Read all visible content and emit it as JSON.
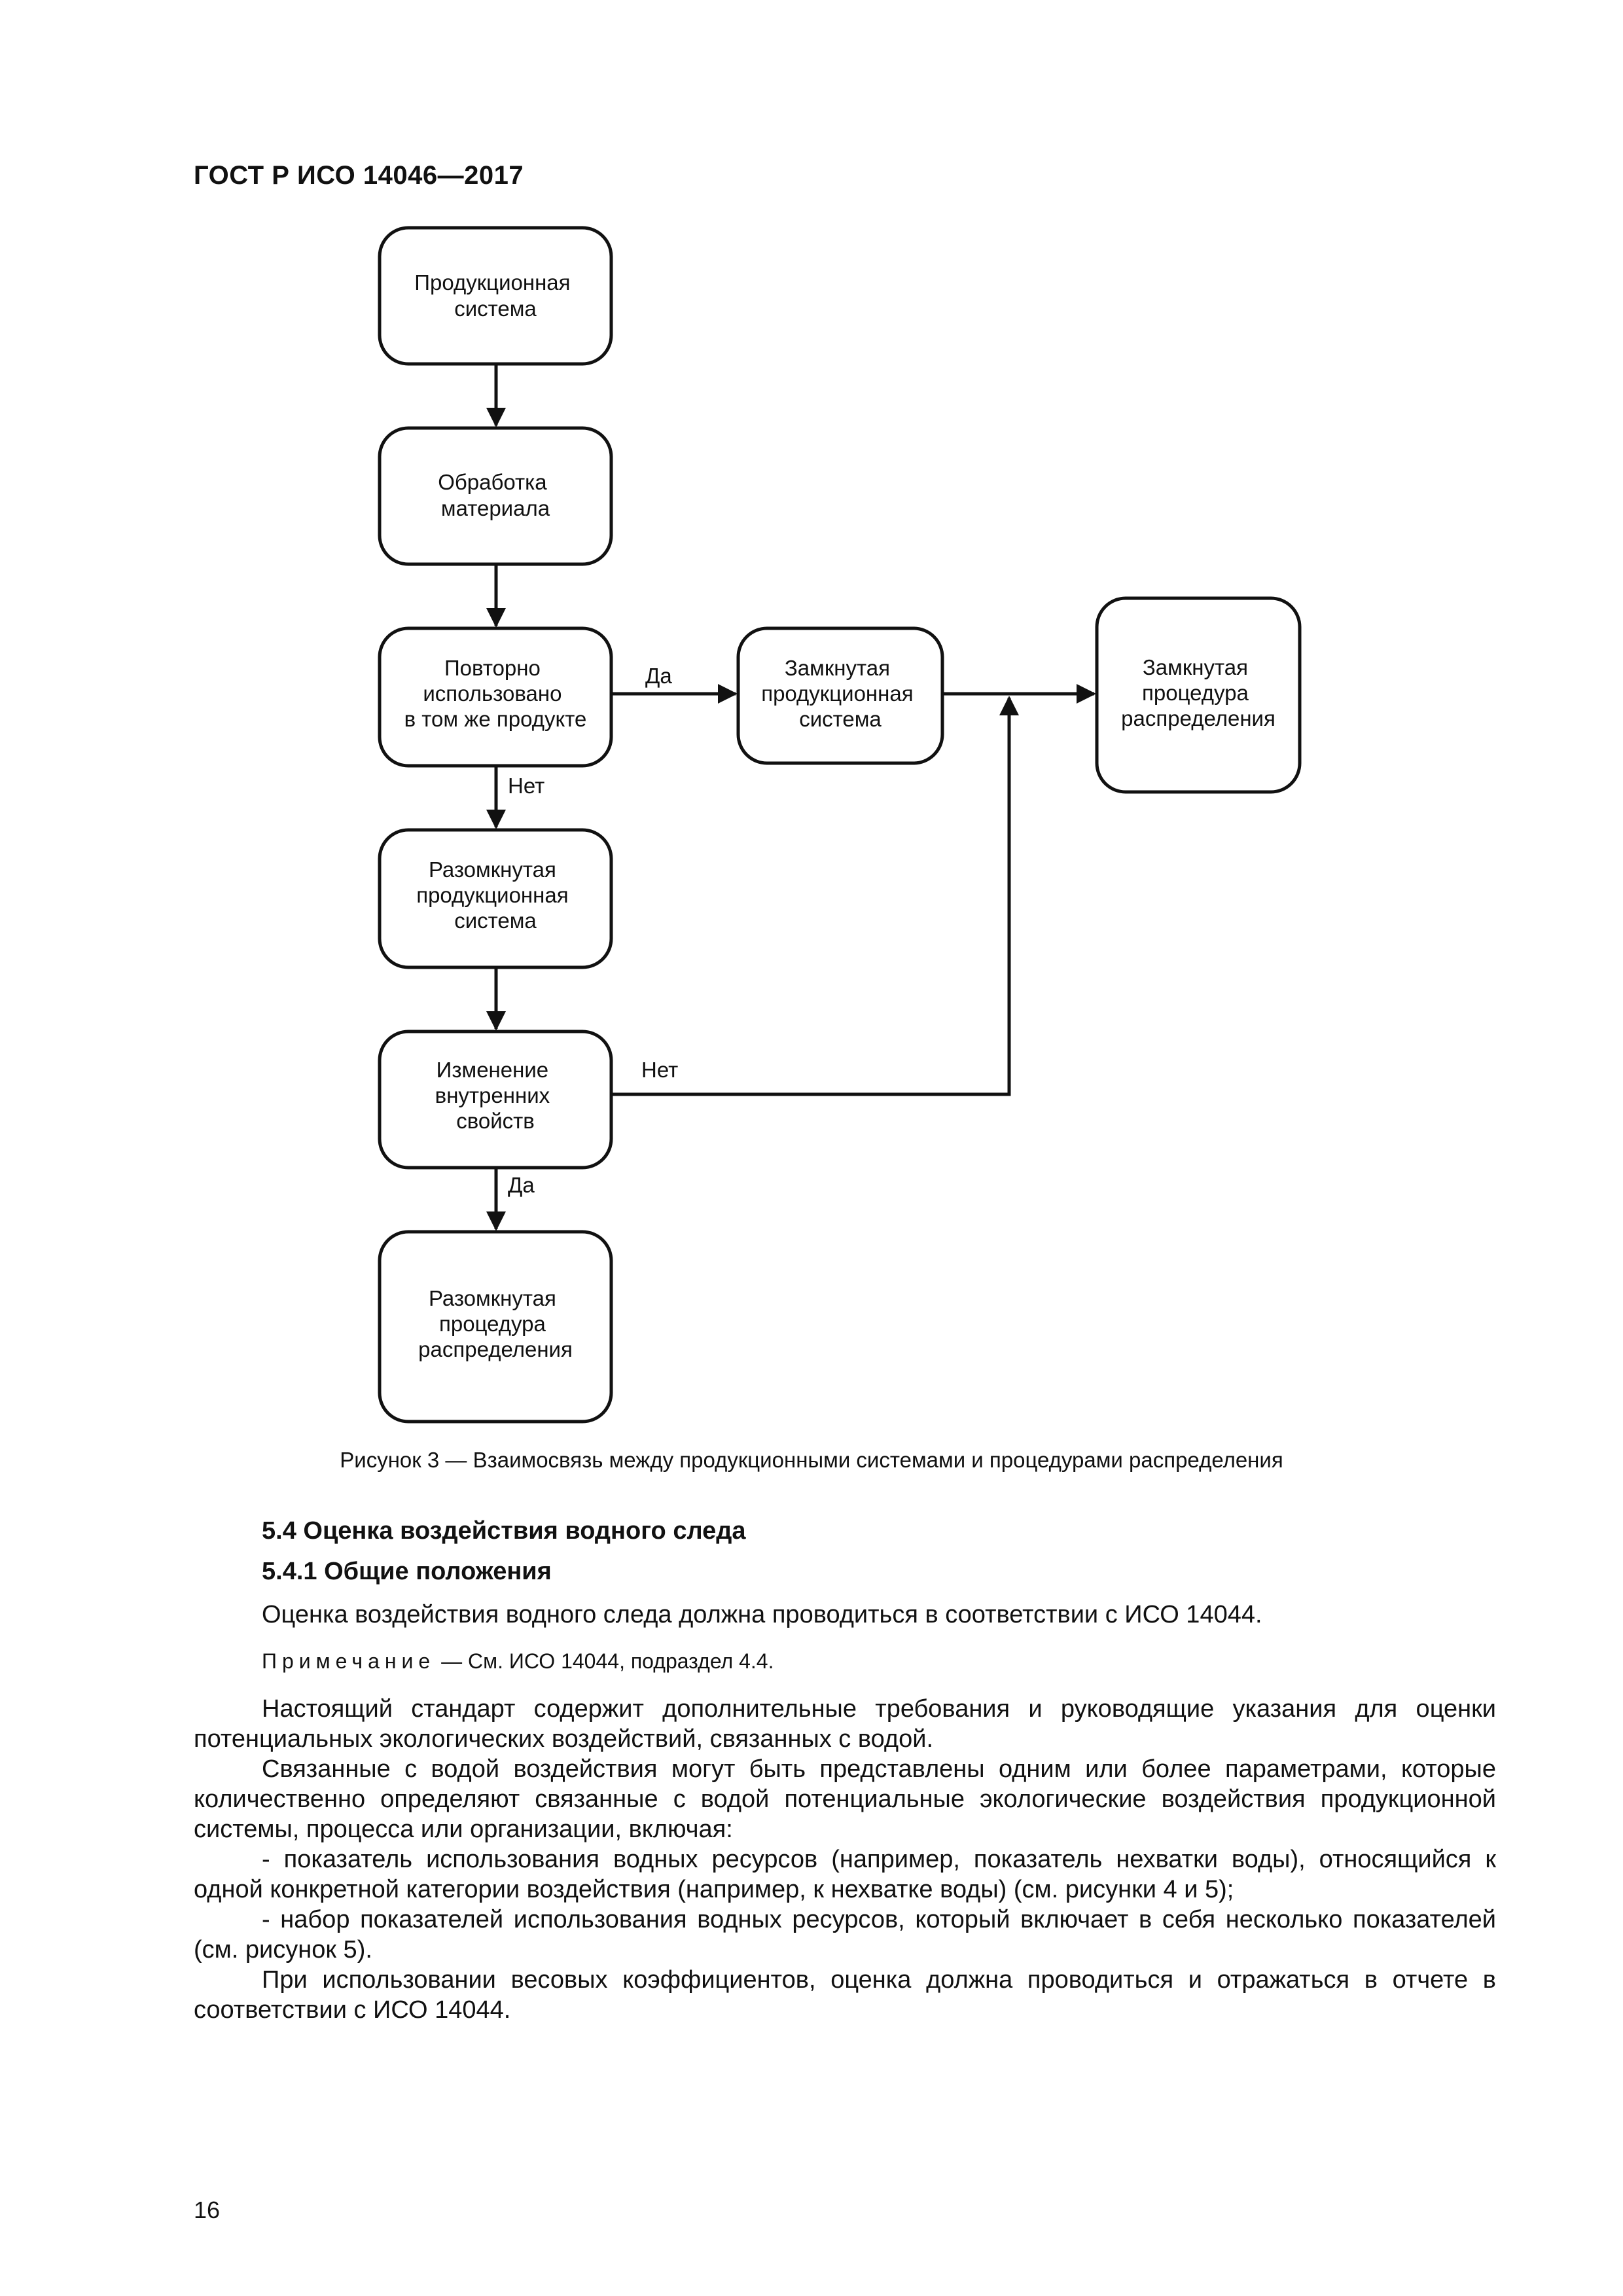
{
  "header": "ГОСТ Р ИСО 14046—2017",
  "diagram": {
    "boxes": {
      "production_system": [
        "Продукционная",
        "система"
      ],
      "material_processing": [
        "Обработка",
        "материала"
      ],
      "reused_same_product": [
        "Повторно",
        "использовано",
        "в том же продукте"
      ],
      "open_production_system": [
        "Разомкнутая",
        "продукционная",
        "система"
      ],
      "change_properties": [
        "Изменение",
        "внутренних",
        "свойств"
      ],
      "open_allocation": [
        "Разомкнутая",
        "процедура",
        "распределения"
      ],
      "closed_production_system": [
        "Замкнутая",
        "продукционная",
        "система"
      ],
      "closed_allocation": [
        "Замкнутая",
        "процедура",
        "распределения"
      ]
    },
    "labels": {
      "yes_reuse": "Да",
      "no_reuse": "Нет",
      "no_change": "Нет",
      "yes_change": "Да"
    }
  },
  "caption": "Рисунок 3 — Взаимосвязь между продукционными системами и процедурами распределения",
  "section": {
    "heading_5_4": "5.4  Оценка воздействия водного следа",
    "heading_5_4_1": "5.4.1  Общие положения",
    "intro": "Оценка воздействия водного следа должна проводиться в соответствии с ИСО 14044.",
    "note_label": "Примечание",
    "note_text": " — См. ИСО 14044, подраздел 4.4.",
    "paragraphs": [
      "Настоящий стандарт содержит дополнительные требования и руководящие указания для оценки потенциальных экологических воздействий, связанных с водой.",
      "Связанные с водой воздействия могут быть представлены одним или более параметрами, которые количественно определяют связанные с водой потенциальные экологические воздействия продукционной системы, процесса или организации, включая:",
      "- показатель использования водных ресурсов (например, показатель нехватки воды), относящийся к одной конкретной категории воздействия (например, к нехватке воды) (см. рисунки 4 и 5);",
      "- набор показателей использования водных ресурсов, который включает в себя несколько показателей (см. рисунок 5).",
      "При использовании весовых коэффициентов, оценка должна проводиться и отражаться в отчете в соответствии с ИСО 14044."
    ]
  },
  "page_number": "16"
}
